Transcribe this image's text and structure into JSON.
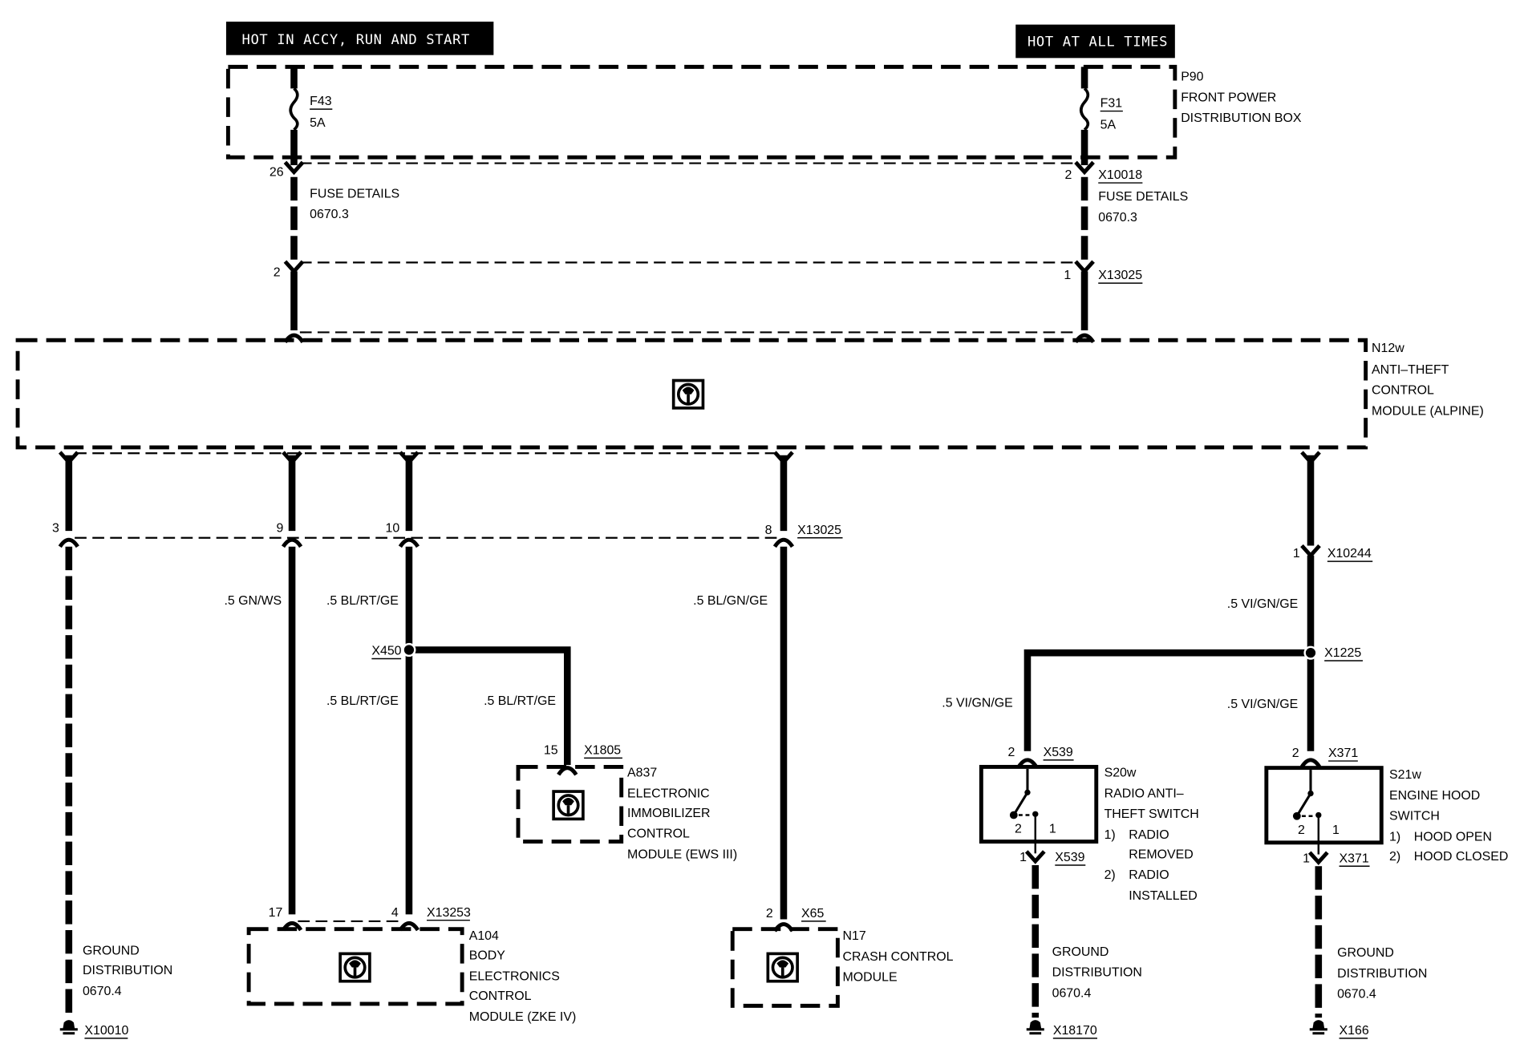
{
  "headers": {
    "hot_accy": "HOT IN ACCY, RUN AND START",
    "hot_always": "HOT AT ALL TIMES"
  },
  "fuse_box": {
    "id": "P90",
    "name_line1": "FRONT POWER",
    "name_line2": "DISTRIBUTION BOX",
    "fuse_left": {
      "id": "F43",
      "rating": "5A"
    },
    "fuse_right": {
      "id": "F31",
      "rating": "5A"
    }
  },
  "upper_connectors": {
    "left_pin_top": "26",
    "left_pin_bottom": "2",
    "right_pin_top": "2",
    "right_pin_bottom": "1",
    "x10018": "X10018",
    "x13025": "X13025",
    "fuse_details_left_1": "FUSE DETAILS",
    "fuse_details_left_2": "0670.3",
    "fuse_details_right_1": "FUSE DETAILS",
    "fuse_details_right_2": "0670.3"
  },
  "main_module": {
    "id": "N12w",
    "line1": "ANTI–THEFT",
    "line2": "CONTROL",
    "line3": "MODULE (ALPINE)",
    "icon": "control-module-icon"
  },
  "lower_connector": {
    "pins": [
      "3",
      "9",
      "10",
      "8"
    ],
    "id": "X13025"
  },
  "wires": {
    "gn_ws": ".5 GN/WS",
    "bl_rt_ge_1": ".5 BL/RT/GE",
    "bl_rt_ge_2": ".5 BL/RT/GE",
    "bl_rt_ge_3": ".5 BL/RT/GE",
    "bl_gn_ge": ".5 BL/GN/GE",
    "vi_gn_ge_1": ".5 VI/GN/GE",
    "vi_gn_ge_2": ".5 VI/GN/GE",
    "vi_gn_ge_3": ".5 VI/GN/GE"
  },
  "splices": {
    "x450": "X450",
    "x1225": "X1225"
  },
  "right_branch": {
    "pin": "1",
    "connector": "X10244"
  },
  "a837": {
    "pin": "15",
    "connector": "X1805",
    "id": "A837",
    "line1": "ELECTRONIC",
    "line2": "IMMOBILIZER",
    "line3": "CONTROL",
    "line4": "MODULE (EWS III)"
  },
  "a104": {
    "pin_left": "17",
    "pin_right": "4",
    "connector": "X13253",
    "id": "A104",
    "line1": "BODY",
    "line2": "ELECTRONICS",
    "line3": "CONTROL",
    "line4": "MODULE (ZKE IV)"
  },
  "n17": {
    "pin": "2",
    "connector": "X65",
    "id": "N17",
    "line1": "CRASH CONTROL",
    "line2": "MODULE"
  },
  "s20w": {
    "pin_top": "2",
    "connector_top": "X539",
    "pin_bottom": "1",
    "connector_bottom": "X539",
    "contact_2": "2",
    "contact_1": "1",
    "id": "S20w",
    "line1": "RADIO ANTI–",
    "line2": "THEFT SWITCH",
    "state1_num": "1)",
    "state1_a": "RADIO",
    "state1_b": "REMOVED",
    "state2_num": "2)",
    "state2_a": "RADIO",
    "state2_b": "INSTALLED"
  },
  "s21w": {
    "pin_top": "2",
    "connector_top": "X371",
    "pin_bottom": "1",
    "connector_bottom": "X371",
    "contact_2": "2",
    "contact_1": "1",
    "id": "S21w",
    "line1": "ENGINE HOOD",
    "line2": "SWITCH",
    "state1_num": "1)",
    "state1": "HOOD OPEN",
    "state2_num": "2)",
    "state2": "HOOD CLOSED"
  },
  "grounds": [
    {
      "line1": "GROUND",
      "line2": "DISTRIBUTION",
      "line3": "0670.4",
      "id": "X10010"
    },
    {
      "line1": "GROUND",
      "line2": "DISTRIBUTION",
      "line3": "0670.4",
      "id": "X18170"
    },
    {
      "line1": "GROUND",
      "line2": "DISTRIBUTION",
      "line3": "0670.4",
      "id": "X166"
    }
  ]
}
